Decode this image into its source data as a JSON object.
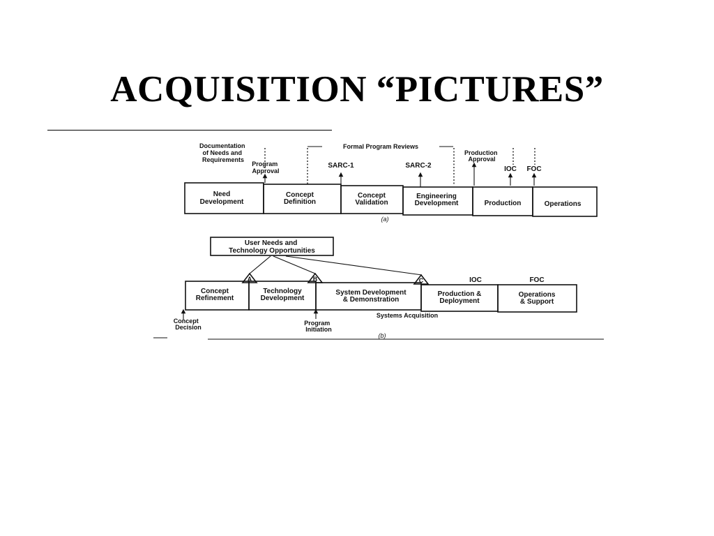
{
  "slide": {
    "title": "ACQUISITION “PICTURES”"
  },
  "diagram_a": {
    "boxes": [
      "Need Development",
      "Concept Definition",
      "Concept Validation",
      "Engineering Development",
      "Production",
      "Operations"
    ],
    "top_labels": {
      "documentation": [
        "Documentation",
        "of Needs and",
        "Requirements"
      ],
      "program_approval": [
        "Program",
        "Approval"
      ],
      "formal_reviews": "Formal Program Reviews",
      "sarc1": "SARC-1",
      "sarc2": "SARC-2",
      "production_approval": [
        "Production",
        "Approval"
      ],
      "ioc": "IOC",
      "foc": "FOC"
    },
    "caption": "(a)"
  },
  "diagram_b": {
    "top_box": [
      "User Needs and",
      "Technology Opportunities"
    ],
    "milestones": [
      "A",
      "B",
      "C"
    ],
    "boxes": [
      "Concept Refinement",
      "Technology Development",
      "System Development & Demonstration",
      "Production & Deployment",
      "Operations & Support"
    ],
    "ioc": "IOC",
    "foc": "FOC",
    "concept_decision": [
      "Concept",
      "Decision"
    ],
    "program_initiation": [
      "Program",
      "Initiation"
    ],
    "systems_acquisition": "Systems Acquisition",
    "caption": "(b)"
  }
}
